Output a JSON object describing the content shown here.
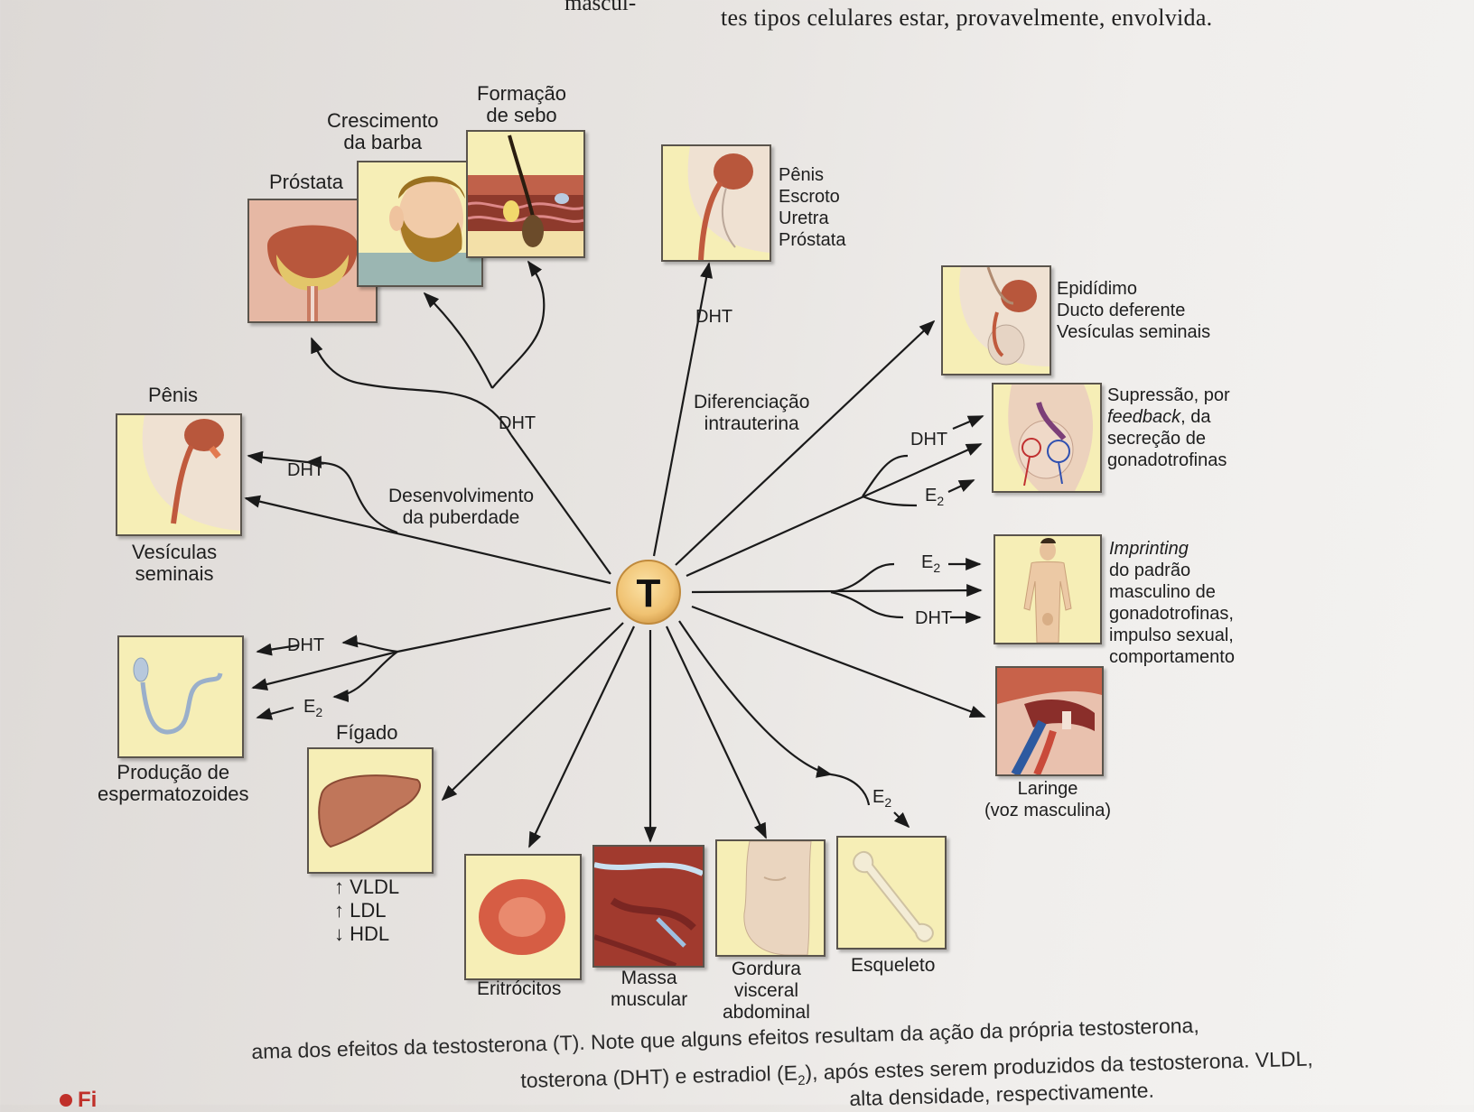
{
  "header": {
    "top_left_fragment": "mascul-",
    "top_right_line": "tes tipos celulares estar, provavelmente, envolvida."
  },
  "center": {
    "symbol": "T"
  },
  "hormones": {
    "dht": "DHT",
    "e2_base": "E",
    "e2_sub": "2"
  },
  "branch_labels": {
    "puberty": "Desenvolvimento\nda puberdade",
    "intrauterine": "Diferenciação\nintrauterina"
  },
  "targets": {
    "prostata": "Próstata",
    "barba": "Crescimento\nda barba",
    "sebo": "Formação\nde sebo",
    "genitais_list": "Pênis\nEscroto\nUretra\nPróstata",
    "ductos_list": "Epidídimo\nDucto deferente\nVesículas seminais",
    "supressao_1": "Supressão, por",
    "supressao_italic": "feedback",
    "supressao_2": ", da",
    "supressao_3": "secreção de\ngonadotrofinas",
    "imprinting_italic": "Imprinting",
    "imprinting_rest": "do padrão\nmasculino de\ngonadotrofinas,\nimpulso sexual,\ncomportamento",
    "laringe": "Laringe\n(voz masculina)",
    "penis": "Pênis",
    "vesiculas": "Vesículas\nseminais",
    "espermatozoides": "Produção de\nespermatozoides",
    "figado": "Fígado",
    "lipids": "↑ VLDL\n↑ LDL\n↓ HDL",
    "eritrocitos": "Eritrócitos",
    "massa": "Massa\nmuscular",
    "gordura": "Gordura\nvisceral\nabdominal",
    "esqueleto": "Esqueleto"
  },
  "caption": {
    "line1": "ama dos efeitos da testosterona (T). Note que alguns efeitos resultam da ação da própria testosterona,",
    "line2_visible": "tosterona (DHT) e estradiol (E",
    "line2_tail": "), após estes serem produzidos da testosterona. VLDL,",
    "figure_prefix": "Fi",
    "line3_visible": "alta densidade, respectivamente."
  },
  "colors": {
    "panel_bg": "#f6eeb6",
    "center_fill": "#f2c97e",
    "arrow": "#1a1a1a",
    "tissue_pink": "#e9b9a6",
    "organ_red": "#b8573c"
  }
}
